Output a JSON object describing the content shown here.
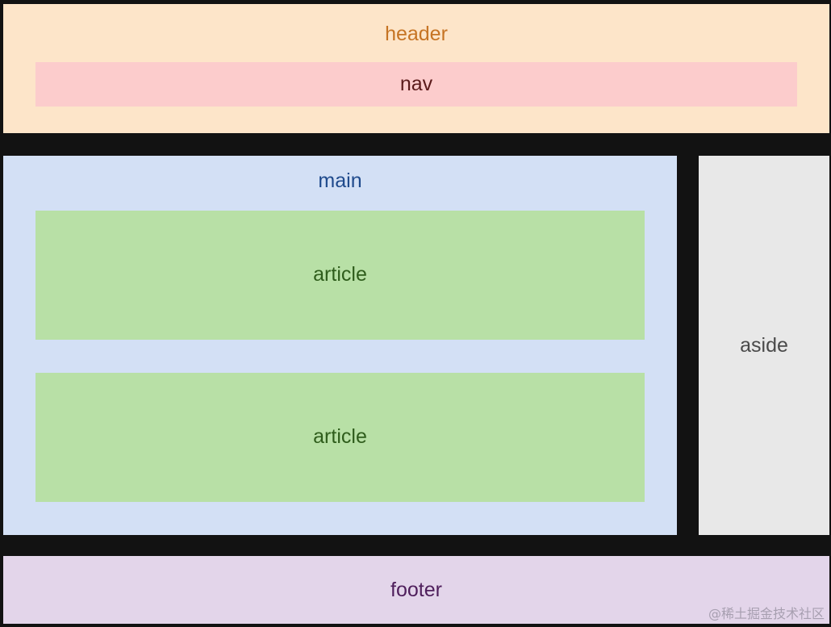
{
  "header": {
    "label": "header"
  },
  "nav": {
    "label": "nav"
  },
  "main": {
    "label": "main",
    "articles": [
      {
        "label": "article"
      },
      {
        "label": "article"
      }
    ]
  },
  "aside": {
    "label": "aside"
  },
  "footer": {
    "label": "footer"
  },
  "watermark": {
    "text": "@稀土掘金技术社区"
  },
  "colors": {
    "background": "#121212",
    "header": "#fde5c9",
    "nav": "#fccccc",
    "main": "#d3e0f5",
    "article": "#b8e0a6",
    "aside": "#e8e8e8",
    "footer": "#e3d5ea"
  }
}
